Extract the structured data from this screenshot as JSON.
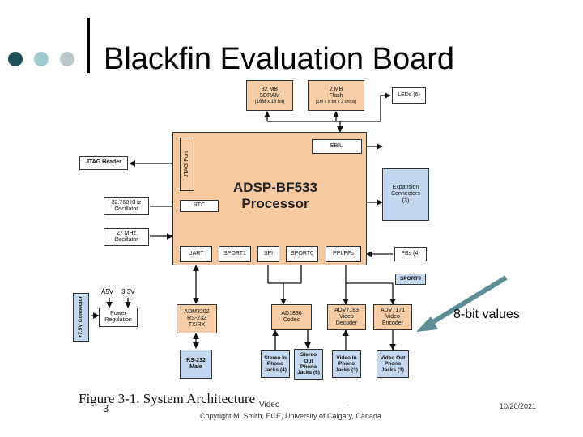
{
  "slide": {
    "title": "Blackfin Evaluation Board",
    "annotation": "8-bit values",
    "figure_caption": "Figure 3-1. System Architecture",
    "page_number": "3",
    "footer_center_top": "Video",
    "footer_center_dot": ".",
    "footer_copyright": "Copyright M. Smith, ECE, University of Calgary, Canada",
    "date": "10/20/2021"
  },
  "diagram": {
    "processor": {
      "line1": "ADSP-BF533",
      "line2": "Processor"
    },
    "jtag_port": "JTAG Port",
    "ebiu": "EBIU",
    "rtc": "RTC",
    "peripherals": [
      "UART",
      "SPORT1",
      "SPI",
      "SPORT0",
      "PPI/PFs"
    ],
    "sdram": {
      "line1": "32 MB",
      "line2": "SDRAM",
      "line3": "(16M x 16 bit)"
    },
    "flash": {
      "line1": "2 MB",
      "line2": "Flash",
      "line3": "(1M x 8 bit x 2 chips)"
    },
    "leds": "LEDs (6)",
    "jtag_header": "JTAG Header",
    "osc1": {
      "line1": "32.768 KHz",
      "line2": "Oscillator"
    },
    "osc2": {
      "line1": "27 MHz",
      "line2": "Oscillator"
    },
    "expansion": {
      "line1": "Expansion",
      "line2": "Connectors",
      "line3": "(3)"
    },
    "pbs": "PBs (4)",
    "sport0_tag": "SPORT0",
    "voltages": {
      "v1": "A5V",
      "v2": "3.3V"
    },
    "connector_vertical": "+7.5V Connector",
    "power": {
      "line1": "Power",
      "line2": "Regulation"
    },
    "adm": {
      "line1": "ADM3202",
      "line2": "RS-232",
      "line3": "TX/RX"
    },
    "codec": {
      "line1": "AD1836",
      "line2": "Codec"
    },
    "decoder": {
      "line1": "ADV7183",
      "line2": "Video",
      "line3": "Decoder"
    },
    "encoder": {
      "line1": "ADV7171",
      "line2": "Video",
      "line3": "Encoder"
    },
    "rs232_male": {
      "line1": "RS-232",
      "line2": "Male"
    },
    "stereo_in": {
      "line1": "Stereo In",
      "line2": "Phono",
      "line3": "Jacks (4)"
    },
    "stereo_out": {
      "line1": "Stereo",
      "line2": "Out",
      "line3": "Phono",
      "line4": "Jacks (6)"
    },
    "video_in": {
      "line1": "Video In",
      "line2": "Phono",
      "line3": "Jacks (3)"
    },
    "video_out": {
      "line1": "Video Out",
      "line2": "Phono",
      "line3": "Jacks (3)"
    }
  },
  "colors": {
    "dot_dark": "#1f4f56",
    "dot_light": "#9fcbd0",
    "processor_fill": "#f7c9a1",
    "expansion_fill": "#c3d8f0",
    "arrow": "#5f8f96"
  }
}
